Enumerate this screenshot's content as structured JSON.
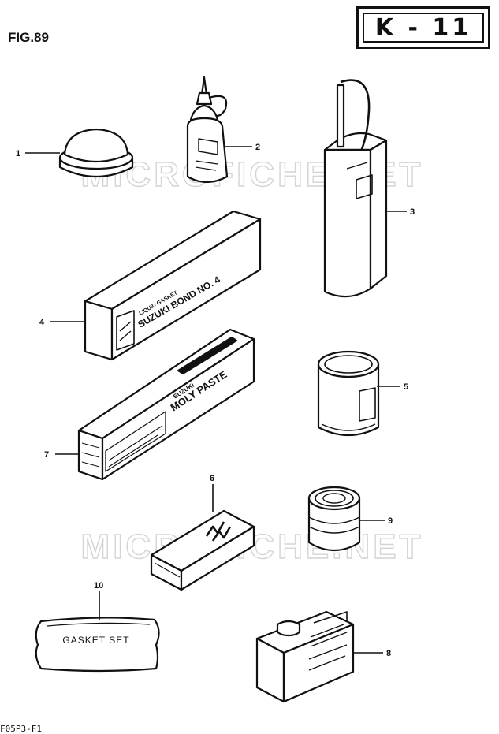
{
  "figure_label": "FIG.89",
  "page_code": "K - 11",
  "watermark": "MICROFICHE.NET",
  "footer_code": "F05P3-F1",
  "callouts": [
    "1",
    "2",
    "3",
    "4",
    "5",
    "6",
    "7",
    "8",
    "9",
    "10"
  ],
  "item_texts": {
    "bond_small": "LIQUID GASKET",
    "bond": "SUZUKI BOND NO. 4",
    "paste_brand": "SUZUKI",
    "paste": "MOLY PASTE",
    "gasket": "GASKET SET"
  },
  "colors": {
    "ink": "#111111",
    "paper": "#ffffff",
    "watermark": "#d4d4d4"
  }
}
